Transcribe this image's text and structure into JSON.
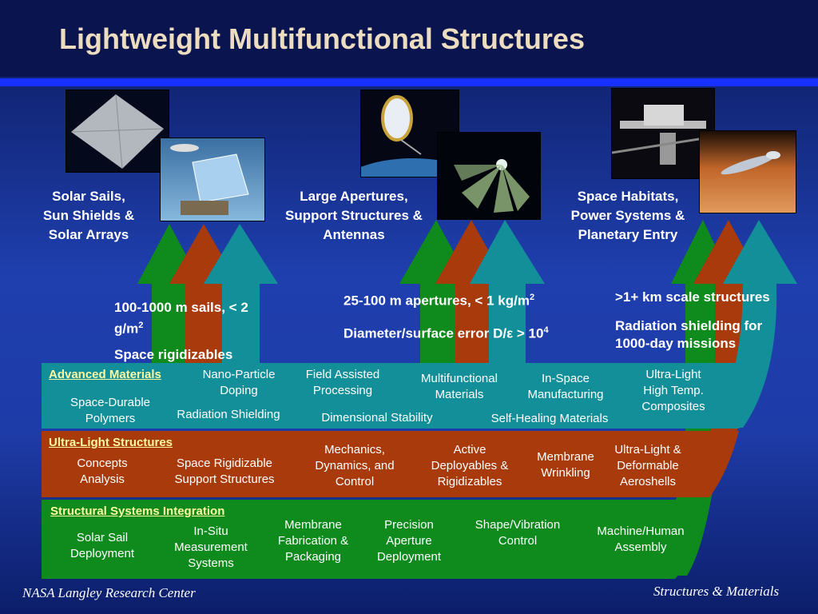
{
  "title": "Lightweight Multifunctional Structures",
  "groups": [
    {
      "label": "Solar Sails,\nSun Shields &\nSolar Arrays"
    },
    {
      "label": "Large Apertures,\nSupport Structures &\nAntennas"
    },
    {
      "label": "Space Habitats,\nPower Systems &\nPlanetary Entry"
    }
  ],
  "specs": {
    "sails_1": "100-1000 m sails, < 2",
    "sails_1b": "g/m",
    "sails_sup": "2",
    "sails_2": "Space rigidizables",
    "aperture_1": "25-100  m apertures, < 1 kg/m",
    "aperture_sup": "2",
    "aperture_2": "Diameter/surface error  D/ε > 10",
    "aperture_sup2": "4",
    "habitat_1": ">1+ km scale structures",
    "habitat_2": "Radiation shielding for\n1000-day missions"
  },
  "bands": {
    "advanced": {
      "heading": "Advanced Materials",
      "items": [
        "Nano-Particle\nDoping",
        "Field Assisted\nProcessing",
        "Multifunctional\nMaterials",
        "In-Space\nManufacturing",
        "Ultra-Light\nHigh Temp.\nComposites",
        "Space-Durable\nPolymers",
        "Radiation Shielding",
        "Dimensional Stability",
        "Self-Healing Materials"
      ]
    },
    "ultralight": {
      "heading": "Ultra-Light Structures",
      "items": [
        "Concepts\nAnalysis",
        "Space Rigidizable\nSupport Structures",
        "Mechanics,\nDynamics, and\nControl",
        "Active\nDeployables &\nRigidizables",
        "Membrane\nWrinkling",
        "Ultra-Light &\nDeformable\nAeroshells"
      ]
    },
    "systems": {
      "heading": "Structural Systems Integration",
      "items": [
        "Solar Sail\nDeployment",
        "In-Situ\nMeasurement\nSystems",
        "Membrane\nFabrication &\nPackaging",
        "Precision\nAperture\nDeployment",
        "Shape/Vibration\nControl",
        "Machine/Human\nAssembly"
      ]
    }
  },
  "footer": {
    "left": "NASA Langley Research Center",
    "right": "Structures & Materials"
  },
  "colors": {
    "green": "#0f8a1c",
    "rust": "#a83a0c",
    "teal": "#138f9a",
    "title": "#ecdcc0",
    "heading": "#fffaa0"
  },
  "images": [
    "solar-sail-image",
    "sail-deployment-image",
    "aperture-mirror-image",
    "antenna-array-image",
    "space-station-image",
    "aeroshell-entry-image"
  ]
}
